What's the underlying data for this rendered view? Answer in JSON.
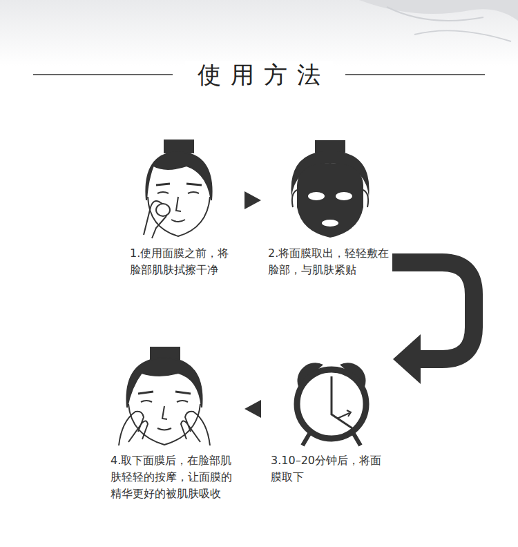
{
  "diagram": {
    "title": "使用方法",
    "nodes": [
      {
        "text": [
          "1.使用面膜之前，将脸部肌肤拭擦干净"
        ]
      },
      {
        "text": [
          "2.将面膜取出，轻轻敷在脸部，与肌肤紧贴"
        ]
      },
      {
        "text": [
          "3.10–20分钟后，将面膜取下"
        ]
      },
      {
        "text": [
          "4.取下面膜后，在脸部肌肤轻轻的按摩，让面膜的精华更好的被肌肤吸收"
        ]
      }
    ],
    "edges": [
      {
        "from": 0,
        "to": 1,
        "arrow": "to"
      },
      {
        "from": 1,
        "to": 2,
        "arrow": "to"
      },
      {
        "from": 2,
        "to": 3,
        "arrow": "to"
      }
    ]
  }
}
